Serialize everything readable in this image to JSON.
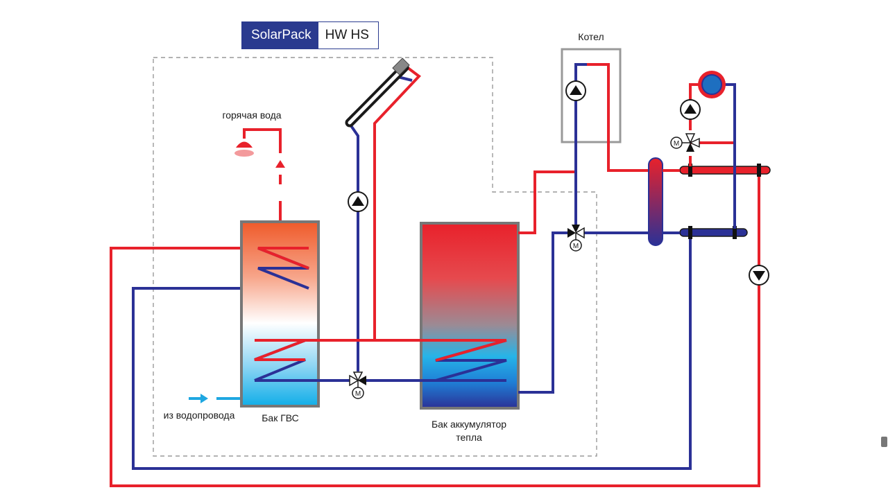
{
  "brand": {
    "name": "SolarPack",
    "model": "HW HS"
  },
  "labels": {
    "boiler": "Котел",
    "hot_water": "горячая вода",
    "water_supply": "из водопровода",
    "dhw_tank": "Бак ГВС",
    "accumulator_line1": "Бак аккумулятор",
    "accumulator_line2": "тепла"
  },
  "valve_label": "M",
  "colors": {
    "hot": "#e8212b",
    "cold": "#2b3196",
    "cold_water": "#1ea7e1",
    "frame": "#888888",
    "brand": "#2a3a8f"
  },
  "icons": [
    "shower-icon",
    "solar-collector-icon",
    "pump-icon",
    "three-way-valve-icon",
    "radiator-icon",
    "hydraulic-separator-icon"
  ]
}
